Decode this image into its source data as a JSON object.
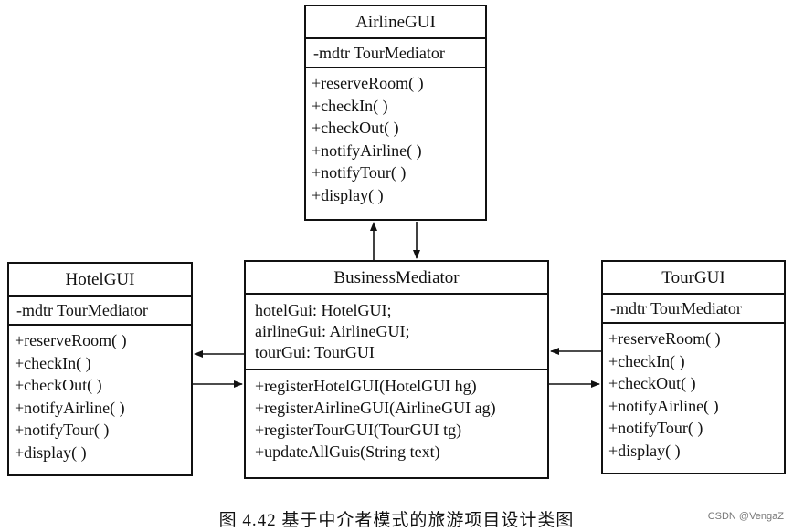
{
  "classes": {
    "airline": {
      "name": "AirlineGUI",
      "attributes": [
        "-mdtr TourMediator"
      ],
      "operations": [
        "+reserveRoom( )",
        "+checkIn( )",
        "+checkOut( )",
        "+notifyAirline( )",
        "+notifyTour( )",
        "+display( )"
      ]
    },
    "hotel": {
      "name": "HotelGUI",
      "attributes": [
        "-mdtr TourMediator"
      ],
      "operations": [
        "+reserveRoom( )",
        "+checkIn( )",
        "+checkOut( )",
        "+notifyAirline( )",
        "+notifyTour( )",
        "+display( )"
      ]
    },
    "business": {
      "name": "BusinessMediator",
      "attributes": [
        "hotelGui: HotelGUI;",
        "airlineGui: AirlineGUI;",
        "tourGui: TourGUI"
      ],
      "operations": [
        "+registerHotelGUI(HotelGUI hg)",
        "+registerAirlineGUI(AirlineGUI ag)",
        "+registerTourGUI(TourGUI tg)",
        "+updateAllGuis(String text)"
      ]
    },
    "tour": {
      "name": "TourGUI",
      "attributes": [
        "-mdtr TourMediator"
      ],
      "operations": [
        "+reserveRoom( )",
        "+checkIn( )",
        "+checkOut( )",
        "+notifyAirline( )",
        "+notifyTour( )",
        "+display( )"
      ]
    }
  },
  "caption": "图 4.42   基于中介者模式的旅游项目设计类图",
  "watermark": "CSDN @VengaZ"
}
